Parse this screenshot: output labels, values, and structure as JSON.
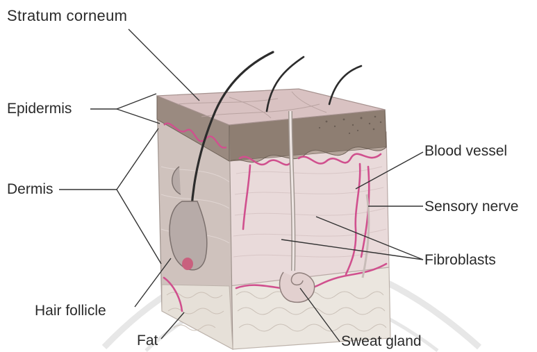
{
  "labels": {
    "stratum_corneum": "Stratum corneum",
    "epidermis": "Epidermis",
    "dermis": "Dermis",
    "hair_follicle": "Hair follicle",
    "fat": "Fat",
    "blood_vessel": "Blood vessel",
    "sensory_nerve": "Sensory nerve",
    "fibroblasts": "Fibroblasts",
    "sweat_gland": "Sweat gland"
  },
  "colors": {
    "background": "#ffffff",
    "skin_top": "#d9c2c2",
    "epidermis_band": "#8e7e72",
    "dermis_front": "#e9dada",
    "dermis_side": "#cfc2bd",
    "vessel": "#d0508e",
    "fat": "#ebe6df",
    "hair": "#2c2c2c",
    "leader_line": "#333333",
    "watermark": "#e7e7e7"
  }
}
